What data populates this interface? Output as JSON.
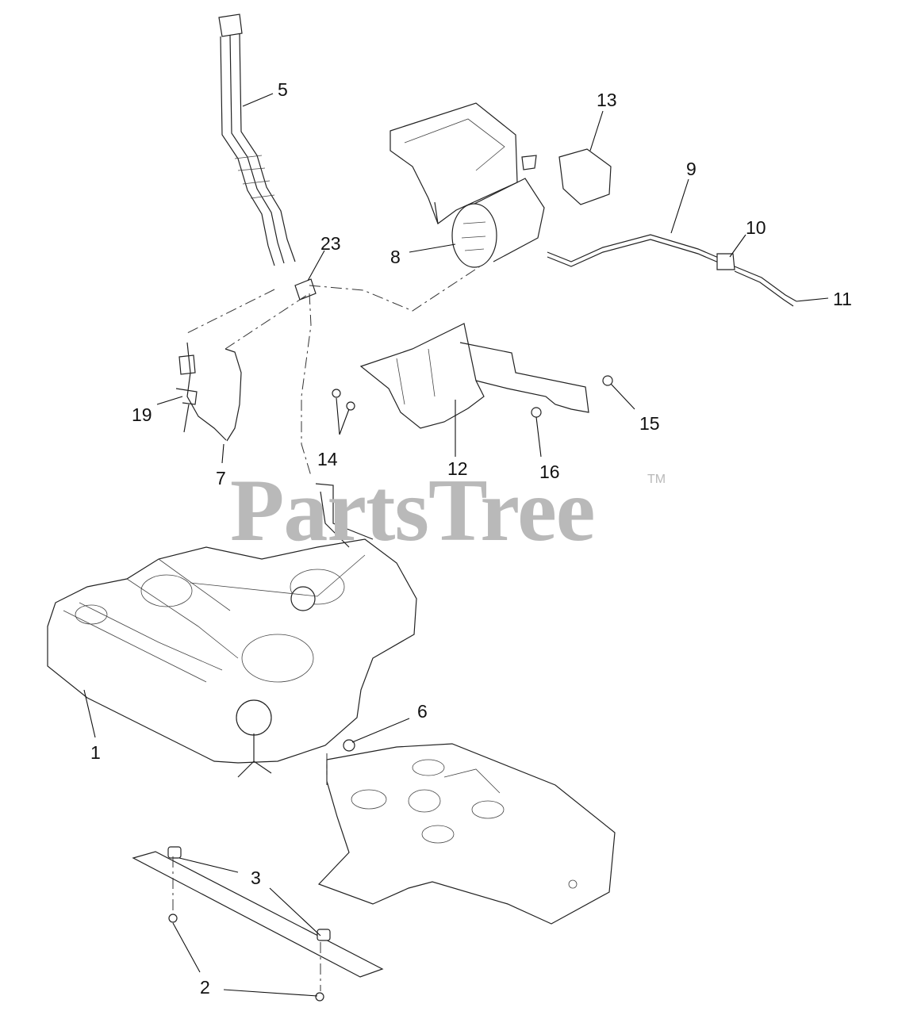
{
  "watermark": {
    "text": "PartsTree",
    "tm": "TM"
  },
  "callouts": {
    "c1": "1",
    "c2": "2",
    "c3": "3",
    "c5": "5",
    "c6": "6",
    "c7": "7",
    "c8": "8",
    "c9": "9",
    "c10": "10",
    "c11": "11",
    "c12": "12",
    "c13": "13",
    "c14": "14",
    "c15": "15",
    "c16": "16",
    "c19": "19",
    "c23": "23"
  }
}
